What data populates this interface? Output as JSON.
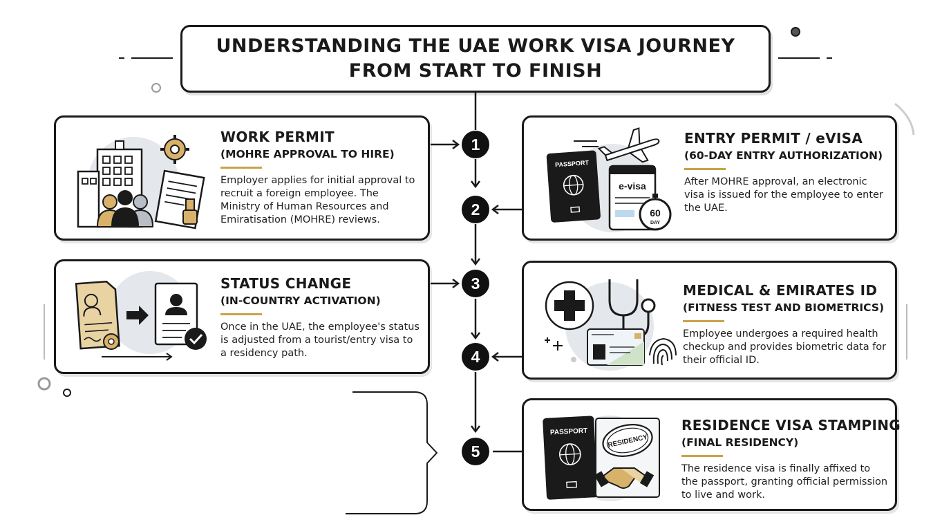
{
  "title": {
    "line1": "UNDERSTANDING THE UAE WORK VISA JOURNEY",
    "line2": "FROM START TO FINISH"
  },
  "colors": {
    "ink": "#1a1a1a",
    "accent": "#c9a24a",
    "muted": "#d9dde2"
  },
  "steps": [
    {
      "number": "1",
      "title": "WORK PERMIT",
      "subtitle": "(MOHRE APPROVAL TO HIRE)",
      "description": "Employer applies for initial approval to recruit a foreign employee. The Ministry of Human Resources and Emiratisation (MOHRE) reviews.",
      "icon": "office-building-staff-icon"
    },
    {
      "number": "2",
      "title": "ENTRY PERMIT / eVISA",
      "subtitle": "(60-DAY ENTRY AUTHORIZATION)",
      "description": "After MOHRE approval, an electronic visa is issued for the employee to enter the UAE.",
      "icon": "passport-plane-evisa-icon",
      "icon_labels": {
        "passport": "PASSPORT",
        "evisa": "e-visa",
        "timer": "60",
        "timer_unit": "DAY"
      }
    },
    {
      "number": "3",
      "title": "STATUS CHANGE",
      "subtitle": "(IN-COUNTRY ACTIVATION)",
      "description": "Once in the UAE, the employee's status is adjusted from a tourist/entry visa to a residency path.",
      "icon": "document-transfer-icon"
    },
    {
      "number": "4",
      "title": "MEDICAL & EMIRATES ID",
      "subtitle": "(FITNESS TEST AND BIOMETRICS)",
      "description": "Employee undergoes a required health checkup and provides biometric data for their official ID.",
      "icon": "medical-id-fingerprint-icon"
    },
    {
      "number": "5",
      "title": "RESIDENCE VISA STAMPING",
      "subtitle": "(FINAL RESIDENCY)",
      "description": "The residence visa is finally affixed to the passport, granting official permission to live and work.",
      "icon": "passport-residency-stamp-icon",
      "icon_labels": {
        "passport": "PASSPORT",
        "stamp": "RESIDENCY"
      }
    }
  ]
}
